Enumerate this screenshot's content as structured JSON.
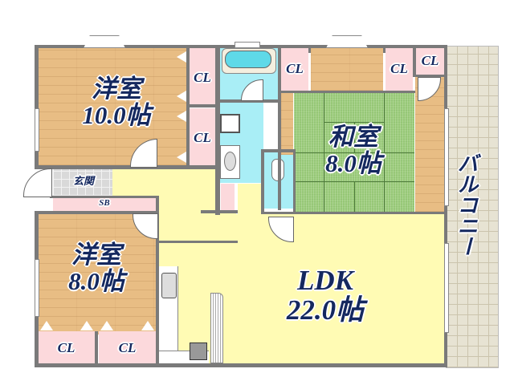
{
  "floor_plan": {
    "rooms": [
      {
        "id": "western-room-1",
        "name": "洋室",
        "size": "10.0帖",
        "floor": "wood"
      },
      {
        "id": "western-room-2",
        "name": "洋室",
        "size": "8.0帖",
        "floor": "wood"
      },
      {
        "id": "japanese-room",
        "name": "和室",
        "size": "8.0帖",
        "floor": "tatami"
      },
      {
        "id": "ldk",
        "name": "LDK",
        "size": "22.0帖",
        "floor": "vinyl"
      },
      {
        "id": "entrance",
        "name": "玄関"
      },
      {
        "id": "shoe-box",
        "name": "SB"
      },
      {
        "id": "balcony",
        "name": "バルコニー"
      }
    ],
    "closets": [
      {
        "id": "cl-1",
        "label": "CL"
      },
      {
        "id": "cl-2",
        "label": "CL"
      },
      {
        "id": "cl-3",
        "label": "CL"
      },
      {
        "id": "cl-4",
        "label": "CL"
      },
      {
        "id": "cl-5",
        "label": "CL"
      },
      {
        "id": "cl-6",
        "label": "CL"
      },
      {
        "id": "cl-7",
        "label": "CL"
      }
    ],
    "labels": {
      "western1_name": "洋室",
      "western1_size": "10.0帖",
      "western2_name": "洋室",
      "western2_size": "8.0帖",
      "japanese_name": "和室",
      "japanese_size": "8.0帖",
      "ldk_name": "LDK",
      "ldk_size": "22.0帖",
      "entrance": "玄関",
      "shoebox": "SB",
      "balcony": "バルコニー",
      "closet": "CL"
    },
    "colors": {
      "wall": "#7a7a7a",
      "wood": "#e8bd84",
      "tatami": "#9ccc7c",
      "closet": "#fcd9dc",
      "wet_area": "#a9eef6",
      "ldk": "#fffbb4",
      "balcony": "#e7e3d3",
      "text": "#14285f"
    }
  }
}
